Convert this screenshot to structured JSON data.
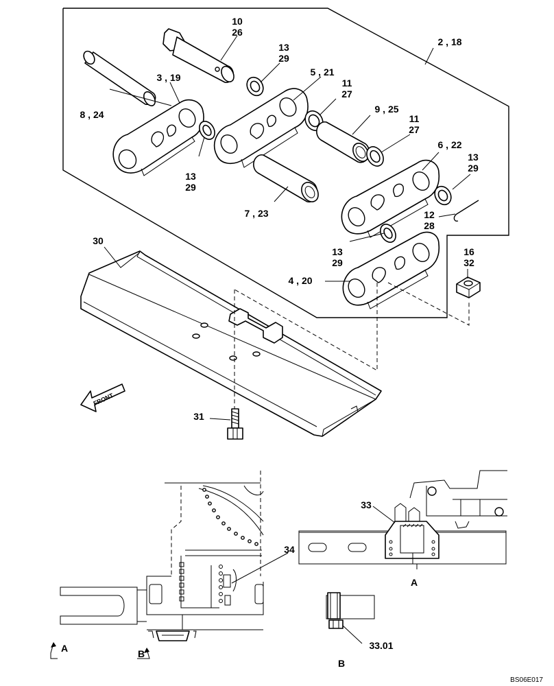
{
  "callouts": [
    {
      "id": "pin-master",
      "lines": [
        "10",
        "26"
      ]
    },
    {
      "id": "seal-top",
      "lines": [
        "13",
        "29"
      ]
    },
    {
      "id": "frame-group",
      "lines": [
        "2 , 18"
      ]
    },
    {
      "id": "link-left",
      "lines": [
        "3 , 19"
      ]
    },
    {
      "id": "link-center",
      "lines": [
        "5 , 21"
      ]
    },
    {
      "id": "spacer-top",
      "lines": [
        "11",
        "27"
      ]
    },
    {
      "id": "bushing-center",
      "lines": [
        "9 , 25"
      ]
    },
    {
      "id": "spacer-right",
      "lines": [
        "11",
        "27"
      ]
    },
    {
      "id": "pin-left",
      "lines": [
        "8 , 24"
      ]
    },
    {
      "id": "link-right",
      "lines": [
        "6 , 22"
      ]
    },
    {
      "id": "seal-right",
      "lines": [
        "13",
        "29"
      ]
    },
    {
      "id": "seal-left",
      "lines": [
        "13",
        "29"
      ]
    },
    {
      "id": "bushing-lower",
      "lines": [
        "7 , 23"
      ]
    },
    {
      "id": "lock-pin",
      "lines": [
        "12",
        "28"
      ]
    },
    {
      "id": "shoe",
      "lines": [
        "30"
      ]
    },
    {
      "id": "seal-lower",
      "lines": [
        "13",
        "29"
      ]
    },
    {
      "id": "nut",
      "lines": [
        "16",
        "32"
      ]
    },
    {
      "id": "link-master",
      "lines": [
        "4 , 20"
      ]
    },
    {
      "id": "bolt",
      "lines": [
        "31"
      ]
    },
    {
      "id": "guard",
      "lines": [
        "33"
      ]
    },
    {
      "id": "bracket",
      "lines": [
        "34"
      ]
    },
    {
      "id": "guard-bolt",
      "lines": [
        "33.01"
      ]
    }
  ],
  "front_label": "FRONT",
  "view_labels": {
    "A_view": "A",
    "B_view": "B",
    "A_marker": "A",
    "B_marker": "B"
  },
  "drawing_code": "BS06E017"
}
